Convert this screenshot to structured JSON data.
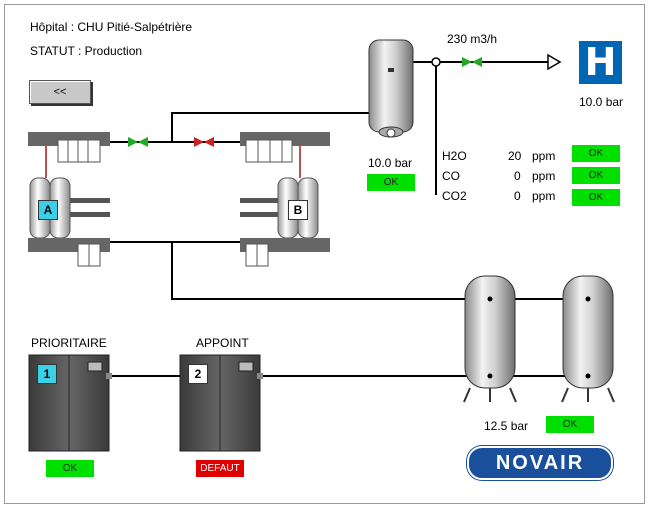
{
  "header": {
    "hospital": "Hôpital : CHU Pitié-Salpétrière",
    "status": "STATUT : Production"
  },
  "nav": {
    "back_label": "<<"
  },
  "flow": {
    "rate": "230 m3/h"
  },
  "outlet": {
    "icon": "hospital-icon",
    "icon_letter": "H",
    "pressure": "10.0 bar"
  },
  "main_tank": {
    "pressure": "10.0 bar",
    "status": "OK"
  },
  "gas_analysis": [
    {
      "name": "H2O",
      "value": "20",
      "unit": "ppm",
      "status": "OK"
    },
    {
      "name": "CO",
      "value": "0",
      "unit": "ppm",
      "status": "OK"
    },
    {
      "name": "CO2",
      "value": "0",
      "unit": "ppm",
      "status": "OK"
    }
  ],
  "dryers": {
    "a_label": "A",
    "b_label": "B"
  },
  "compressors": [
    {
      "title": "PRIORITAIRE",
      "number": "1",
      "status": "OK"
    },
    {
      "title": "APPOINT",
      "number": "2",
      "status": "DEFAUT"
    }
  ],
  "storage": {
    "pressure": "12.5 bar",
    "status": "OK"
  },
  "brand": {
    "logo": "NOVAIR"
  },
  "colors": {
    "ok": "#00e000",
    "fault": "#e00000",
    "valve_open": "#22aa22",
    "valve_closed": "#cc2222",
    "brand": "#1a4f9c"
  }
}
